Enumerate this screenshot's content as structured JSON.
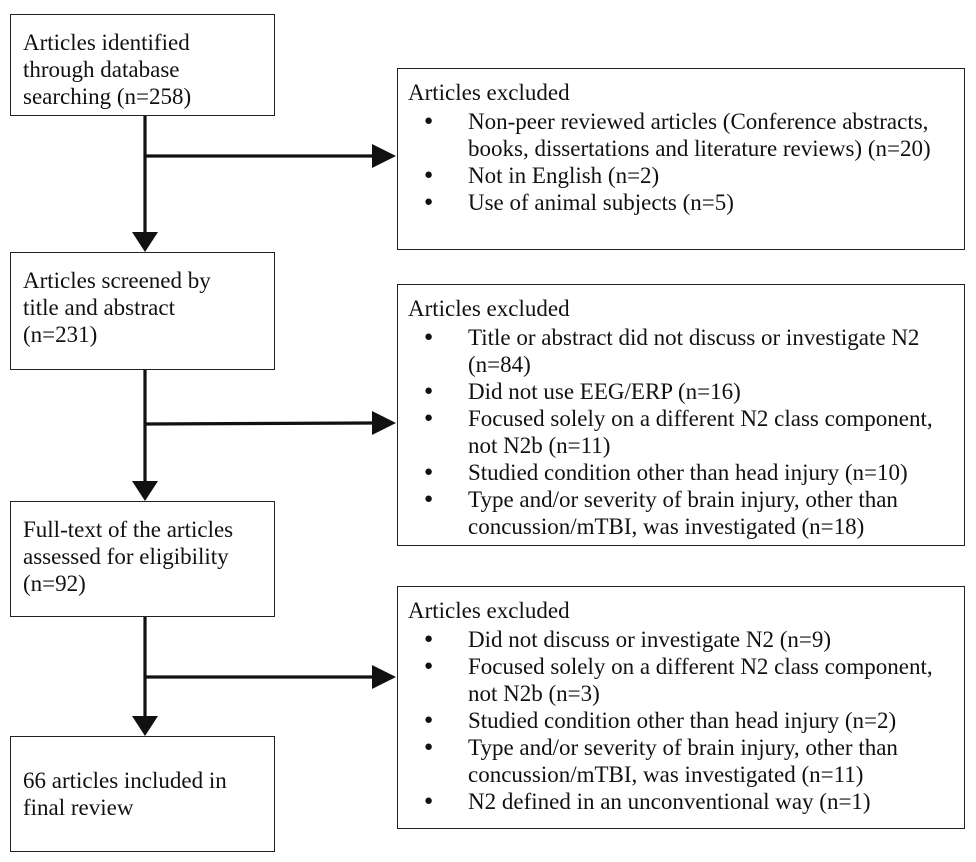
{
  "stages": [
    {
      "id": "identified",
      "text": "Articles identified\nthrough database\nsearching (n=258)"
    },
    {
      "id": "screened",
      "text": "Articles screened by\ntitle and abstract\n(n=231)"
    },
    {
      "id": "fulltext",
      "text": "Full-text of the articles\nassessed for eligibility\n(n=92)"
    },
    {
      "id": "included",
      "text": "66 articles included in\nfinal review"
    }
  ],
  "exclusions": [
    {
      "title": "Articles excluded",
      "items": [
        "Non-peer reviewed articles (Conference abstracts, books, dissertations and literature reviews) (n=20)",
        "Not in English (n=2)",
        "Use of animal subjects (n=5)"
      ]
    },
    {
      "title": "Articles excluded",
      "items": [
        "Title or abstract did not discuss or investigate N2 (n=84)",
        "Did not use EEG/ERP (n=16)",
        "Focused solely on a different N2 class component, not N2b (n=11)",
        "Studied condition other than head injury (n=10)",
        "Type and/or severity of brain injury, other than concussion/mTBI, was investigated (n=18)"
      ]
    },
    {
      "title": "Articles excluded",
      "items": [
        "Did not discuss or investigate N2 (n=9)",
        "Focused solely on a different N2 class component, not N2b (n=3)",
        "Studied condition other than head injury (n=2)",
        "Type and/or severity of brain injury, other than concussion/mTBI, was investigated (n=11)",
        "N2 defined in an unconventional way (n=1)"
      ]
    }
  ]
}
